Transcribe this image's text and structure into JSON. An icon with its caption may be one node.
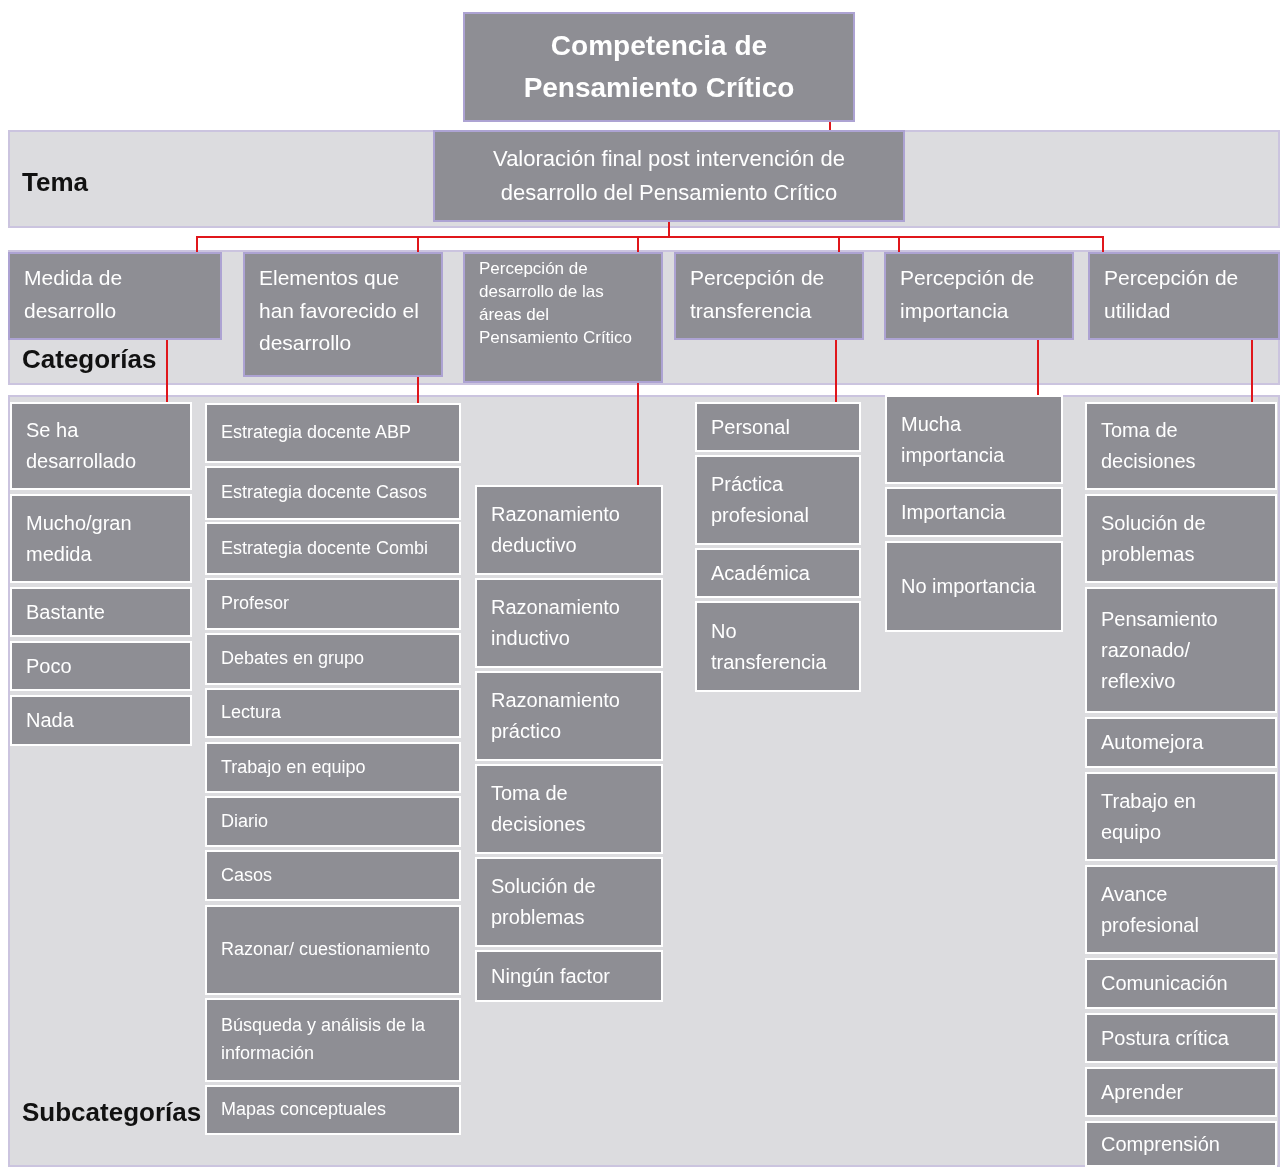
{
  "diagram": {
    "nodes": [
      {
        "text": [
          "Competencia de Pensamiento Crítico"
        ]
      },
      {
        "text": [
          "Tema"
        ]
      },
      {
        "text": [
          "Valoración final post intervención de desarrollo del Pensamiento Crítico"
        ],
        "in": 1
      },
      {
        "text": [
          "Categorías"
        ]
      },
      {
        "text": [
          "Medida de desarrollo"
        ],
        "in": 3
      },
      {
        "text": [
          "Elementos que han favorecido el desarrollo"
        ],
        "in": 3
      },
      {
        "text": [
          "Percepción de desarrollo de las áreas del Pensamiento Crítico"
        ],
        "in": 3
      },
      {
        "text": [
          "Percepción de transferencia"
        ],
        "in": 3
      },
      {
        "text": [
          "Percepción de importancia"
        ],
        "in": 3
      },
      {
        "text": [
          "Percepción de utilidad"
        ],
        "in": 3
      },
      {
        "text": [
          "Subcategorías"
        ]
      },
      {
        "text": [
          "Se ha desarrollado"
        ],
        "in": 10
      },
      {
        "text": [
          "Mucho/gran medida"
        ],
        "in": 10
      },
      {
        "text": [
          "Bastante"
        ],
        "in": 10
      },
      {
        "text": [
          "Poco"
        ],
        "in": 10
      },
      {
        "text": [
          "Nada"
        ],
        "in": 10
      },
      {
        "text": [
          "Estrategia docente ABP"
        ],
        "in": 10
      },
      {
        "text": [
          "Estrategia docente Casos"
        ],
        "in": 10
      },
      {
        "text": [
          "Estrategia docente Combi"
        ],
        "in": 10
      },
      {
        "text": [
          "Profesor"
        ],
        "in": 10
      },
      {
        "text": [
          "Debates en grupo"
        ],
        "in": 10
      },
      {
        "text": [
          "Lectura"
        ],
        "in": 10
      },
      {
        "text": [
          "Trabajo en equipo"
        ],
        "in": 10
      },
      {
        "text": [
          "Diario"
        ],
        "in": 10
      },
      {
        "text": [
          "Casos"
        ],
        "in": 10
      },
      {
        "text": [
          "Razonar/ cuestionamiento"
        ],
        "in": 10
      },
      {
        "text": [
          "Búsqueda y análisis de la información"
        ],
        "in": 10
      },
      {
        "text": [
          "Mapas conceptuales"
        ],
        "in": 10
      },
      {
        "text": [
          "Razonamiento deductivo"
        ],
        "in": 10
      },
      {
        "text": [
          "Razonamiento inductivo"
        ],
        "in": 10
      },
      {
        "text": [
          "Razonamiento práctico"
        ],
        "in": 10
      },
      {
        "text": [
          "Toma de decisiones"
        ],
        "in": 10
      },
      {
        "text": [
          "Solución de problemas"
        ],
        "in": 10
      },
      {
        "text": [
          "Ningún factor"
        ],
        "in": 10
      },
      {
        "text": [
          "Personal"
        ],
        "in": 10
      },
      {
        "text": [
          "Práctica profesional"
        ],
        "in": 10
      },
      {
        "text": [
          "Académica"
        ],
        "in": 10
      },
      {
        "text": [
          "No transferencia"
        ],
        "in": 10
      },
      {
        "text": [
          "Mucha importancia"
        ],
        "in": 10
      },
      {
        "text": [
          "Importancia"
        ],
        "in": 10
      },
      {
        "text": [
          "No importancia"
        ],
        "in": 10
      },
      {
        "text": [
          "Toma de decisiones"
        ],
        "in": 10
      },
      {
        "text": [
          "Solución de problemas"
        ],
        "in": 10
      },
      {
        "text": [
          "Pensamiento razonado/ reflexivo"
        ],
        "in": 10
      },
      {
        "text": [
          "Automejora"
        ],
        "in": 10
      },
      {
        "text": [
          "Trabajo en equipo"
        ],
        "in": 10
      },
      {
        "text": [
          "Avance profesional"
        ],
        "in": 10
      },
      {
        "text": [
          "Comunicación"
        ],
        "in": 10
      },
      {
        "text": [
          "Postura crítica"
        ],
        "in": 10
      },
      {
        "text": [
          "Aprender"
        ],
        "in": 10
      },
      {
        "text": [
          "Comprensión"
        ],
        "in": 10
      }
    ],
    "edges": [
      {
        "from": 0,
        "to": 2,
        "arrow": "none"
      },
      {
        "from": 2,
        "to": 4,
        "arrow": "none"
      },
      {
        "from": 2,
        "to": 5,
        "arrow": "none"
      },
      {
        "from": 2,
        "to": 6,
        "arrow": "none"
      },
      {
        "from": 2,
        "to": 7,
        "arrow": "none"
      },
      {
        "from": 2,
        "to": 8,
        "arrow": "none"
      },
      {
        "from": 2,
        "to": 9,
        "arrow": "none"
      },
      {
        "from": 4,
        "to": 11,
        "arrow": "none"
      },
      {
        "from": 5,
        "to": 16,
        "arrow": "none"
      },
      {
        "from": 6,
        "to": 28,
        "arrow": "none"
      },
      {
        "from": 7,
        "to": 34,
        "arrow": "none"
      },
      {
        "from": 8,
        "to": 38,
        "arrow": "none"
      },
      {
        "from": 9,
        "to": 41,
        "arrow": "none"
      }
    ]
  }
}
